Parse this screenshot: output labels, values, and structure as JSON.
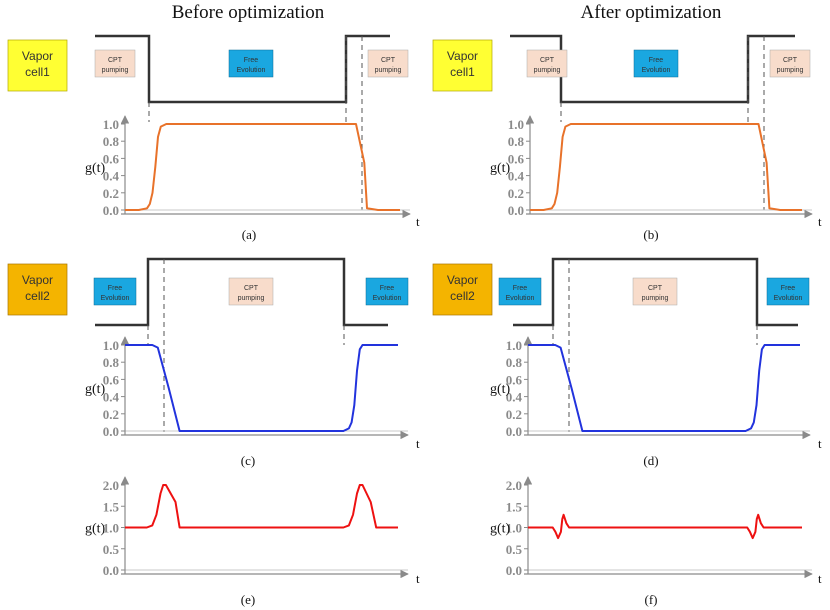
{
  "titles": {
    "left": "Before optimization",
    "right": "After optimization"
  },
  "cells": {
    "cell1": {
      "line1": "Vapor",
      "line2": "cell1",
      "color": "#ffff33"
    },
    "cell2": {
      "line1": "Vapor",
      "line2": "cell2",
      "color": "#f4b400"
    }
  },
  "boxes": {
    "cpt": {
      "line1": "CPT",
      "line2": "pumping",
      "color": "#f8dccb"
    },
    "free": {
      "line1": "Free",
      "line2": "Evolution",
      "color": "#1aa7e0"
    }
  },
  "y_label": "g(t)",
  "x_label": "t",
  "panel_labels": [
    "(a)",
    "(b)",
    "(c)",
    "(d)",
    "(e)",
    "(f)"
  ],
  "colors": {
    "orange": "#e8722a",
    "blue": "#2233dd",
    "red": "#ee1111",
    "gate": "#333333",
    "tick": "#8a8a8a"
  },
  "chart_data": [
    {
      "panel": "(a)",
      "type": "line",
      "yticks": [
        "0.0",
        "0.2",
        "0.4",
        "0.6",
        "0.8",
        "1.0"
      ],
      "ylim": [
        0,
        1
      ],
      "x": [
        0,
        0.05,
        0.08,
        0.09,
        0.1,
        0.11,
        0.12,
        0.13,
        0.15,
        0.2,
        0.5,
        0.8,
        0.84,
        0.87,
        0.88,
        0.92,
        1.0
      ],
      "y": [
        0,
        0,
        0.02,
        0.07,
        0.2,
        0.5,
        0.85,
        0.97,
        1,
        1,
        1,
        1,
        1,
        0.55,
        0.02,
        0,
        0
      ]
    },
    {
      "panel": "(b)",
      "type": "line",
      "yticks": [
        "0.0",
        "0.2",
        "0.4",
        "0.6",
        "0.8",
        "1.0"
      ],
      "ylim": [
        0,
        1
      ],
      "x": [
        0,
        0.05,
        0.08,
        0.09,
        0.1,
        0.11,
        0.12,
        0.13,
        0.15,
        0.2,
        0.5,
        0.8,
        0.84,
        0.87,
        0.88,
        0.92,
        1.0
      ],
      "y": [
        0,
        0,
        0.02,
        0.07,
        0.2,
        0.5,
        0.85,
        0.97,
        1,
        1,
        1,
        1,
        1,
        0.55,
        0.02,
        0,
        0
      ]
    },
    {
      "panel": "(c)",
      "type": "line",
      "yticks": [
        "0.0",
        "0.2",
        "0.4",
        "0.6",
        "0.8",
        "1.0"
      ],
      "ylim": [
        0,
        1
      ],
      "x": [
        0,
        0.1,
        0.12,
        0.16,
        0.2,
        0.5,
        0.8,
        0.82,
        0.83,
        0.84,
        0.85,
        0.86,
        0.87,
        0.9,
        1.0
      ],
      "y": [
        1,
        1,
        0.97,
        0.5,
        0,
        0,
        0,
        0.03,
        0.1,
        0.3,
        0.7,
        0.95,
        1,
        1,
        1
      ]
    },
    {
      "panel": "(d)",
      "type": "line",
      "yticks": [
        "0.0",
        "0.2",
        "0.4",
        "0.6",
        "0.8",
        "1.0"
      ],
      "ylim": [
        0,
        1
      ],
      "x": [
        0,
        0.1,
        0.12,
        0.16,
        0.2,
        0.5,
        0.8,
        0.82,
        0.83,
        0.84,
        0.85,
        0.86,
        0.87,
        0.9,
        1.0
      ],
      "y": [
        1,
        1,
        0.97,
        0.5,
        0,
        0,
        0,
        0.03,
        0.1,
        0.3,
        0.7,
        0.95,
        1,
        1,
        1
      ]
    },
    {
      "panel": "(e)",
      "type": "line",
      "yticks": [
        "0.0",
        "0.5",
        "1.0",
        "1.5",
        "2.0"
      ],
      "ylim": [
        0,
        2
      ],
      "x": [
        0,
        0.08,
        0.1,
        0.115,
        0.13,
        0.14,
        0.15,
        0.185,
        0.2,
        0.5,
        0.8,
        0.82,
        0.835,
        0.85,
        0.86,
        0.87,
        0.9,
        0.92,
        1.0
      ],
      "y": [
        1,
        1,
        1.05,
        1.3,
        1.8,
        2,
        2,
        1.6,
        1,
        1,
        1,
        1.05,
        1.3,
        1.8,
        2,
        2,
        1.6,
        1,
        1
      ]
    },
    {
      "panel": "(f)",
      "type": "line",
      "yticks": [
        "0.0",
        "0.5",
        "1.0",
        "1.5",
        "2.0"
      ],
      "ylim": [
        0,
        2
      ],
      "x": [
        0,
        0.09,
        0.1,
        0.11,
        0.12,
        0.125,
        0.13,
        0.14,
        0.15,
        0.2,
        0.5,
        0.8,
        0.81,
        0.82,
        0.83,
        0.835,
        0.84,
        0.85,
        0.86,
        0.9,
        1.0
      ],
      "y": [
        1,
        1,
        0.9,
        0.75,
        0.9,
        1.2,
        1.3,
        1.1,
        1,
        1,
        1,
        1,
        0.9,
        0.75,
        0.9,
        1.2,
        1.3,
        1.1,
        1,
        1,
        1
      ]
    }
  ]
}
